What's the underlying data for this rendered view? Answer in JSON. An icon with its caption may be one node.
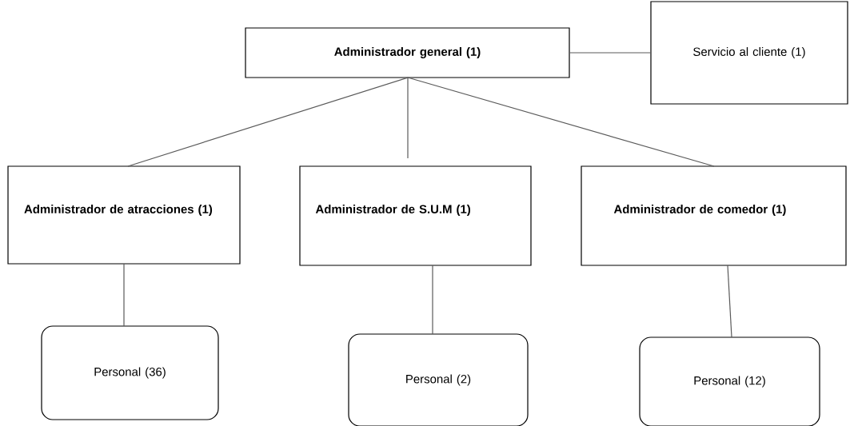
{
  "diagram": {
    "nodes": [
      {
        "text": [
          "Administrador general (1)"
        ]
      },
      {
        "text": [
          "Servicio al cliente (1)"
        ]
      },
      {
        "text": [
          "Administrador de atracciones (1)"
        ]
      },
      {
        "text": [
          "Administrador de S.U.M (1)"
        ]
      },
      {
        "text": [
          "Administrador de comedor (1)"
        ]
      },
      {
        "text": [
          "Personal (36)"
        ]
      },
      {
        "text": [
          "Personal (2)"
        ]
      },
      {
        "text": [
          "Personal (12)"
        ]
      }
    ],
    "edges": [
      {
        "from": 0,
        "to": 1,
        "arrow": "none"
      },
      {
        "from": 0,
        "to": 2,
        "arrow": "none"
      },
      {
        "from": 0,
        "to": 3,
        "arrow": "none"
      },
      {
        "from": 0,
        "to": 4,
        "arrow": "none"
      },
      {
        "from": 2,
        "to": 5,
        "arrow": "none"
      },
      {
        "from": 3,
        "to": 6,
        "arrow": "none"
      },
      {
        "from": 4,
        "to": 7,
        "arrow": "none"
      }
    ]
  }
}
